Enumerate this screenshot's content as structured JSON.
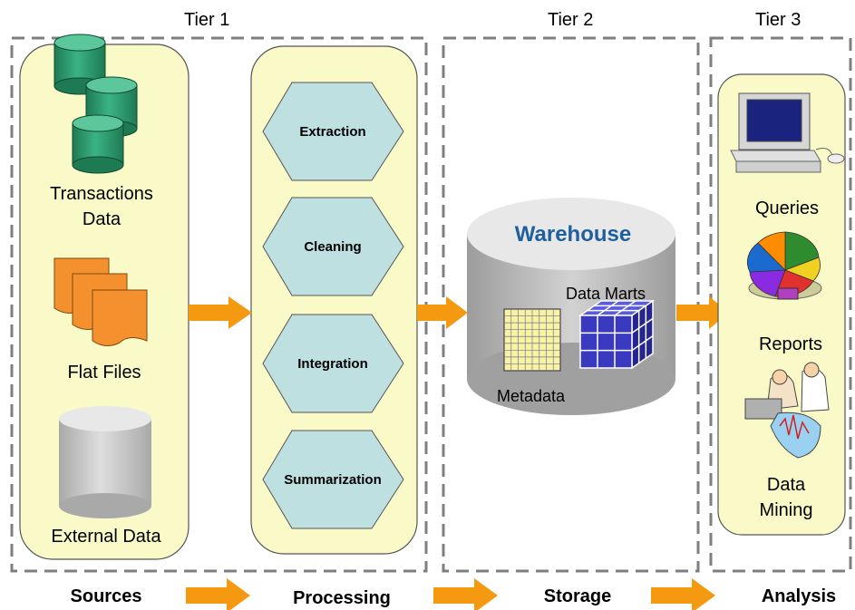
{
  "tiers": {
    "tier1": "Tier 1",
    "tier2": "Tier 2",
    "tier3": "Tier 3"
  },
  "sources": {
    "transactions": [
      "Transactions",
      "Data"
    ],
    "flat_files": "Flat Files",
    "external": "External Data"
  },
  "processing": {
    "steps": [
      "Extraction",
      "Cleaning",
      "Integration",
      "Summarization"
    ]
  },
  "storage": {
    "warehouse": "Warehouse",
    "data_marts": "Data Marts",
    "metadata": "Metadata"
  },
  "analysis": {
    "queries": "Queries",
    "reports": "Reports",
    "mining": [
      "Data",
      "Mining"
    ]
  },
  "bottom": {
    "sources": "Sources",
    "processing": "Processing",
    "storage": "Storage",
    "analysis": "Analysis"
  },
  "colors": {
    "panel": "#fafac8",
    "hexagon": "#bfe0e0",
    "cylinder_green": "#2e9a6e",
    "cylinder_gray": "#c8c8c8",
    "arrow": "#f59a10",
    "files": "#f5902e",
    "cube": "#3a3ac0",
    "warehouse_text": "#1f5f9f"
  }
}
